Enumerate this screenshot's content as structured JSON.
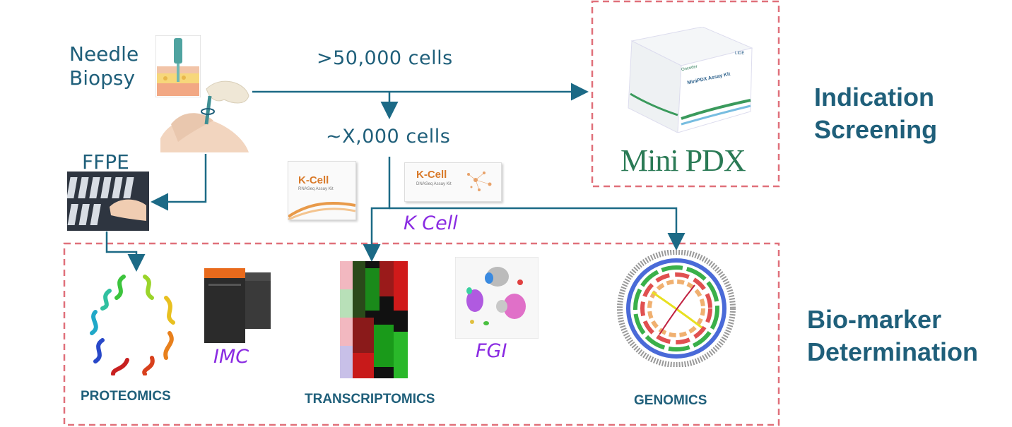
{
  "labels": {
    "needle_biopsy": "Needle\nBiopsy",
    "ffpe": "FFPE",
    "cells_50k": ">50,000 cells",
    "cells_x": "~X,000 cells",
    "k_cell": "K Cell",
    "indication_screening": "Indication\nScreening",
    "biomarker": "Bio-marker\nDetermination",
    "proteomics": "PROTEOMICS",
    "imc": "IMC",
    "transcriptomics": "TRANSCRIPTOMICS",
    "fgi": "FGI",
    "genomics": "GENOMICS",
    "minipdx_logo": "Mini PDX",
    "kit_box_1": "K-Cell",
    "kit_box_1_sub": "RNASeq Assay Kit",
    "kit_box_2": "K-Cell",
    "kit_box_2_sub": "DNASeq Assay Kit",
    "minipdx_box_text": "MiniPDX Assay Kit",
    "minipdx_box_brand": "LIDE",
    "minipdx_box_brand2": "Oncoder"
  },
  "colors": {
    "teal": "#1f5f7a",
    "arrow": "#1c6a86",
    "dash_box": "#e0707a",
    "purple": "#8a2be2",
    "minipdx_green": "#2a7a55"
  }
}
